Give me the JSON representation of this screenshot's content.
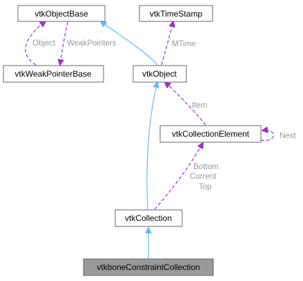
{
  "colors": {
    "inheritance": "#63b8ff",
    "usage": "#9a32cd",
    "node_fill": "#ffffff",
    "node_highlight_fill": "#999999",
    "node_border": "#666666",
    "edge_label": "#9a9a9a"
  },
  "nodes": {
    "vtkObjectBase": "vtkObjectBase",
    "vtkTimeStamp": "vtkTimeStamp",
    "vtkWeakPointerBase": "vtkWeakPointerBase",
    "vtkObject": "vtkObject",
    "vtkCollectionElement": "vtkCollectionElement",
    "vtkCollection": "vtkCollection",
    "vtkboneConstraintCollection": "vtkboneConstraintCollection"
  },
  "edge_labels": {
    "object": "Object",
    "weak_pointers": "WeakPointers",
    "mtime": "MTime",
    "item": "Item",
    "next": "Next",
    "bottom": "Bottom",
    "current": "Current",
    "top": "Top"
  }
}
